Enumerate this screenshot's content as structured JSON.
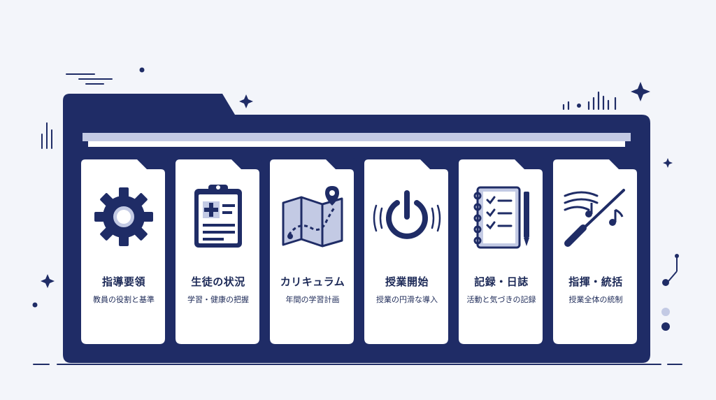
{
  "colors": {
    "navy": "#1f2c66",
    "light": "#c3cae4",
    "card": "#ffffff",
    "background": "#f3f5fa"
  },
  "cards": [
    {
      "icon": "gear-icon",
      "title": "指導要領",
      "subtitle": "教員の役割と基準"
    },
    {
      "icon": "clipboard-icon",
      "title": "生徒の状況",
      "subtitle": "学習・健康の把握"
    },
    {
      "icon": "map-icon",
      "title": "カリキュラム",
      "subtitle": "年間の学習計画"
    },
    {
      "icon": "power-icon",
      "title": "授業開始",
      "subtitle": "授業の円滑な導入"
    },
    {
      "icon": "notebook-icon",
      "title": "記録・日誌",
      "subtitle": "活動と気づきの記録"
    },
    {
      "icon": "baton-icon",
      "title": "指揮・統括",
      "subtitle": "授業全体の統制"
    }
  ]
}
